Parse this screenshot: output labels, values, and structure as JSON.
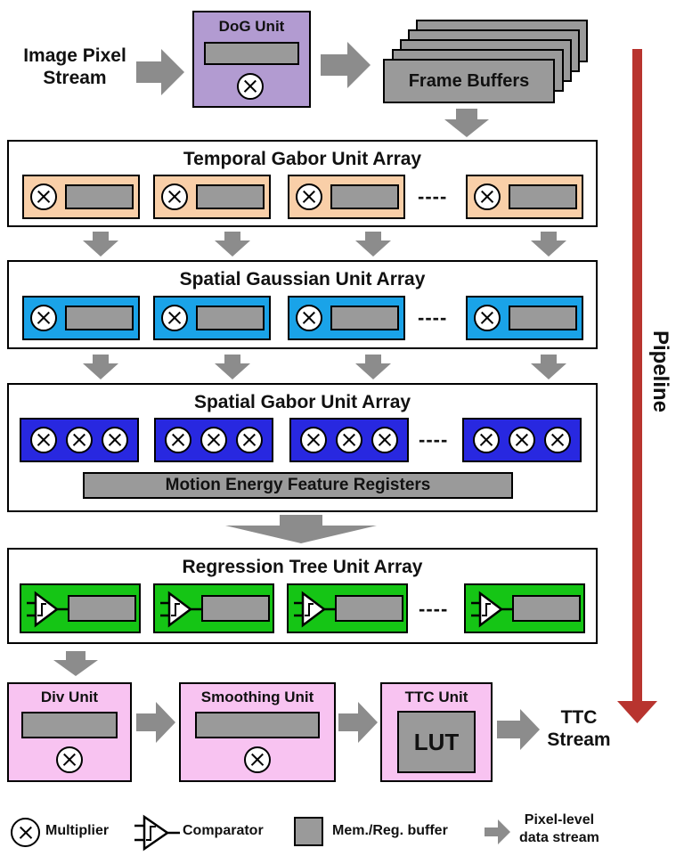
{
  "input": {
    "label_line1": "Image Pixel",
    "label_line2": "Stream"
  },
  "dog_unit": {
    "title": "DoG Unit"
  },
  "frame_buffers": {
    "label": "Frame Buffers"
  },
  "temporal_array": {
    "title": "Temporal Gabor Unit Array",
    "ellipsis": "----"
  },
  "spatial_gaussian_array": {
    "title": "Spatial Gaussian Unit Array",
    "ellipsis": "----"
  },
  "spatial_gabor_array": {
    "title": "Spatial Gabor Unit Array",
    "ellipsis": "----",
    "registers_label": "Motion Energy Feature Registers"
  },
  "regression_array": {
    "title": "Regression Tree Unit Array",
    "ellipsis": "----"
  },
  "div_unit": {
    "title": "Div Unit"
  },
  "smoothing_unit": {
    "title": "Smoothing Unit"
  },
  "ttc_unit": {
    "title": "TTC Unit",
    "lut_label": "LUT"
  },
  "output": {
    "label_line1": "TTC",
    "label_line2": "Stream"
  },
  "pipeline": {
    "label": "Pipeline",
    "color": "#b8342f"
  },
  "legend": {
    "multiplier": "Multiplier",
    "comparator": "Comparator",
    "buffer": "Mem./Reg. buffer",
    "stream_line1": "Pixel-level",
    "stream_line2": "data stream"
  },
  "colors": {
    "temporal": "#f9cfa8",
    "gaussian": "#1aa3e8",
    "spatial_gabor": "#2828e0",
    "regression": "#15c515",
    "post_units": "#f8c3f1",
    "dog": "#b29bd1",
    "buffer": "#9a9a9a",
    "arrow": "#8c8c8c"
  },
  "icons": [
    "multiplier-icon",
    "comparator-icon",
    "buffer-icon",
    "stream-arrow-icon"
  ]
}
